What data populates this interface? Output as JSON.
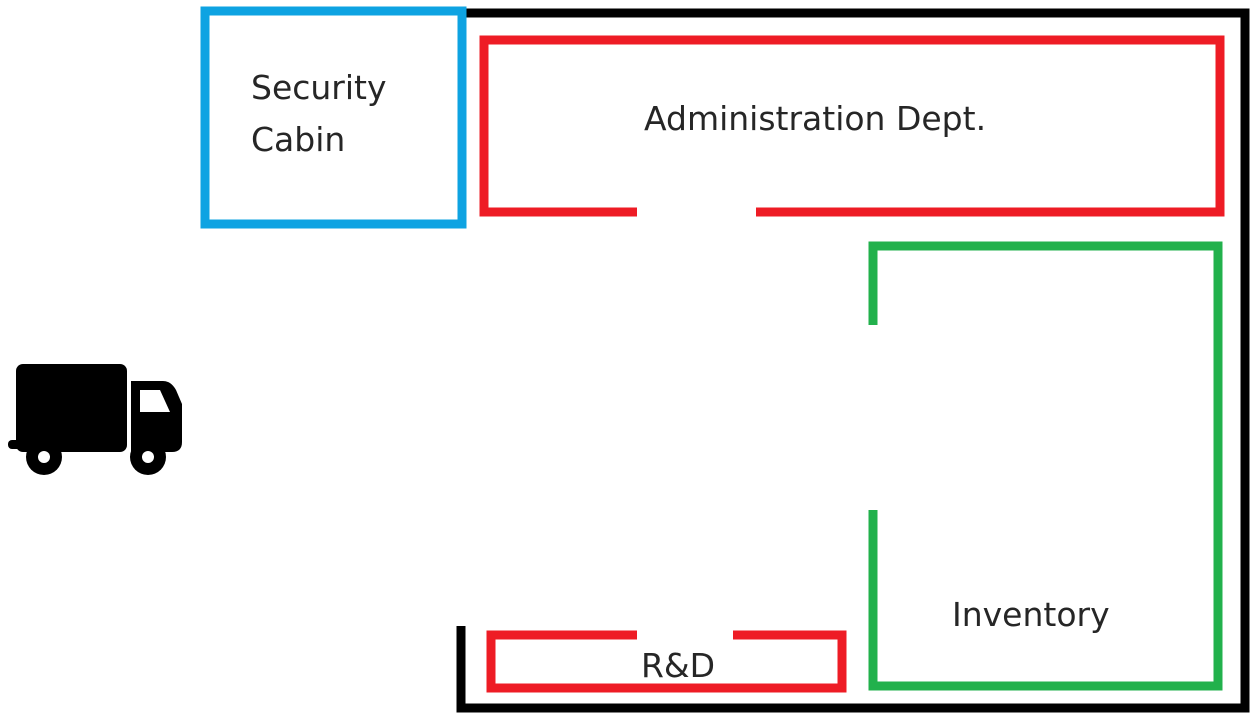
{
  "rooms": {
    "security": {
      "line1": "Security",
      "line2": "Cabin",
      "color": "#0ea3e2"
    },
    "administration": {
      "label": "Administration Dept.",
      "color": "#ee1c25"
    },
    "inventory": {
      "label": "Inventory",
      "color": "#22b14c"
    },
    "rnd": {
      "label": "R&D",
      "color": "#ee1c25"
    }
  },
  "outer_wall": {
    "color": "#000000"
  },
  "vehicle": {
    "icon": "truck-icon",
    "color": "#000000"
  }
}
